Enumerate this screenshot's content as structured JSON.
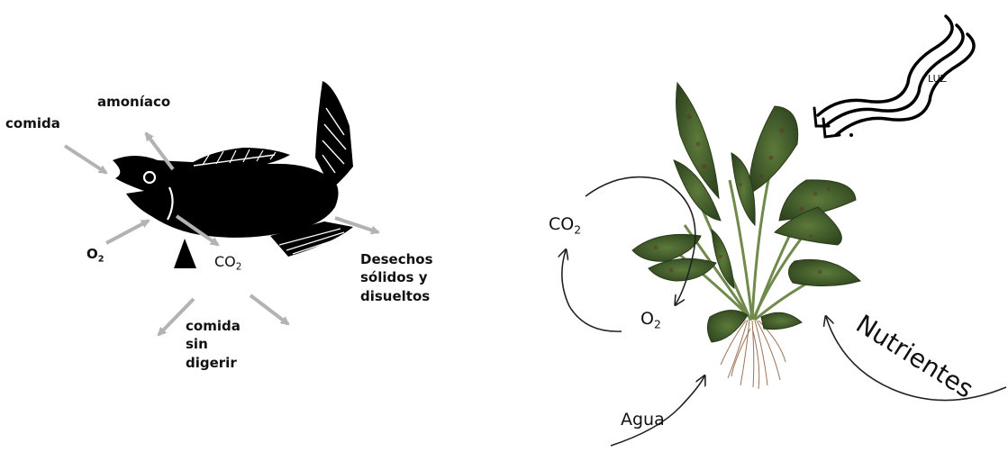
{
  "fish": {
    "labels": {
      "comida": "comida",
      "amoniaco": "amoníaco",
      "o2": "O",
      "o2_sub": "2",
      "co2": "CO",
      "co2_sub": "2",
      "desechos": "Desechos\nsólidos y\ndisueltos",
      "comida_sin": "comida\nsin\ndigerir"
    },
    "colors": {
      "body": "#000000",
      "arrow": "#b3b3b3"
    }
  },
  "plant": {
    "labels": {
      "luz": "LUZ",
      "co2": "CO",
      "co2_sub": "2",
      "o2": "O",
      "o2_sub": "2",
      "nutrientes": "Nutrientes",
      "agua": "Agua"
    },
    "colors": {
      "leaf": "#3f5a2a",
      "leaf_spot": "#5a3a2a",
      "root": "#8a5a3a",
      "arrow": "#222222"
    }
  }
}
